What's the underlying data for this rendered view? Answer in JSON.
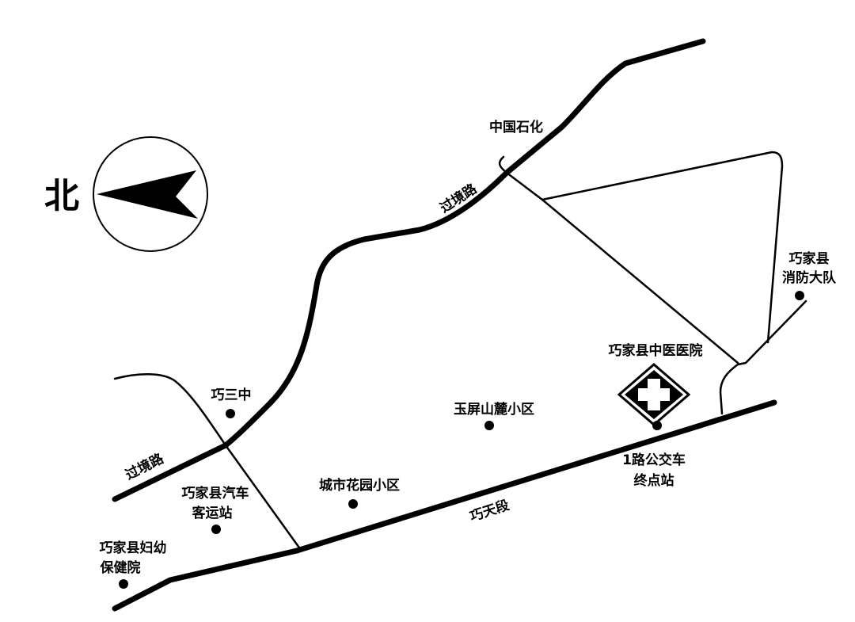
{
  "compass": {
    "north_label": "北",
    "icon": "north-arrow-icon"
  },
  "roads": {
    "guojing_road_upper": "过境路",
    "guojing_road_lower": "过境路",
    "qiaotian_section": "巧天段"
  },
  "places": {
    "sinopec": "中国石化",
    "fire_brigade": [
      "巧家县",
      "消防大队"
    ],
    "tcm_hospital": "巧家县中医医院",
    "qiao_no3_middle_school": "巧三中",
    "yuping_community": "玉屏山麓小区",
    "bus_terminal": [
      "1路公交车",
      "终点站"
    ],
    "city_garden_community": "城市花园小区",
    "coach_station": [
      "巧家县汽车",
      "客运站"
    ],
    "maternal_child_hospital": [
      "巧家县妇幼",
      "保健院"
    ]
  },
  "colors": {
    "ink": "#000000",
    "paper": "#ffffff"
  }
}
